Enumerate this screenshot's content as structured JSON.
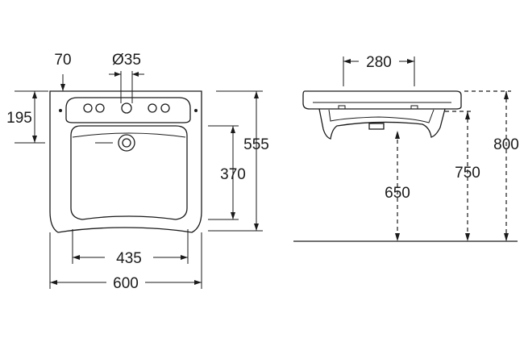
{
  "front_view": {
    "dims": {
      "tap_offset": "70",
      "tap_hole_diameter": "Ø35",
      "top_to_drain": "195",
      "overall_height": "555",
      "bowl_height": "370",
      "bowl_width": "435",
      "overall_width": "600"
    }
  },
  "side_view": {
    "dims": {
      "depth_top": "280",
      "height_650": "650",
      "height_750": "750",
      "height_800": "800"
    }
  }
}
